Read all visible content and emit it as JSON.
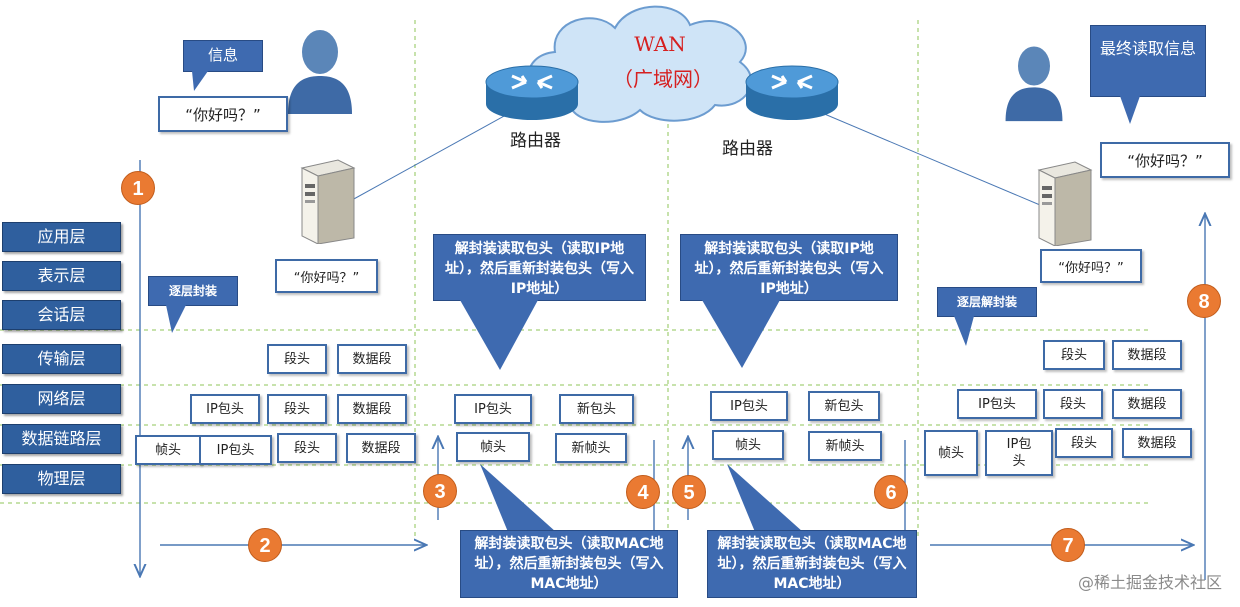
{
  "wan": {
    "line1": "WAN",
    "line2": "（广域网）"
  },
  "routers": [
    "路由器",
    "路由器"
  ],
  "osi_layers": [
    "应用层",
    "表示层",
    "会话层",
    "传输层",
    "网络层",
    "数据链路层",
    "物理层"
  ],
  "speech": {
    "left_info": "信息",
    "right_info": "最终读取信息"
  },
  "messages": {
    "sender_quote": "“你好吗？”",
    "sender_host_quote": "“你好吗？”",
    "receiver_quote": "“你好吗？”",
    "receiver_host_quote": "“你好吗？”"
  },
  "callouts": {
    "encap": "逐层封装",
    "decap": "逐层解封装",
    "ip_repack": "解封装读取包头（读取IP地址），然后重新封装包头（写入IP地址）",
    "mac_repack": "解封装读取包头（读取MAC地址），然后重新封装包头（写入MAC地址）"
  },
  "units": {
    "segment_head": "段头",
    "data_segment": "数据段",
    "ip_head": "IP包头",
    "frame_head": "帧头",
    "new_packet_head": "新包头",
    "new_frame_head": "新帧头"
  },
  "steps": [
    "1",
    "2",
    "3",
    "4",
    "5",
    "6",
    "7",
    "8"
  ],
  "watermark": "@稀土掘金技术社区",
  "colors": {
    "layer_fill": "#2f5f9e",
    "callout_fill": "#3e6ab0",
    "step_fill": "#ea7a32",
    "divider": "#8fc45a"
  }
}
